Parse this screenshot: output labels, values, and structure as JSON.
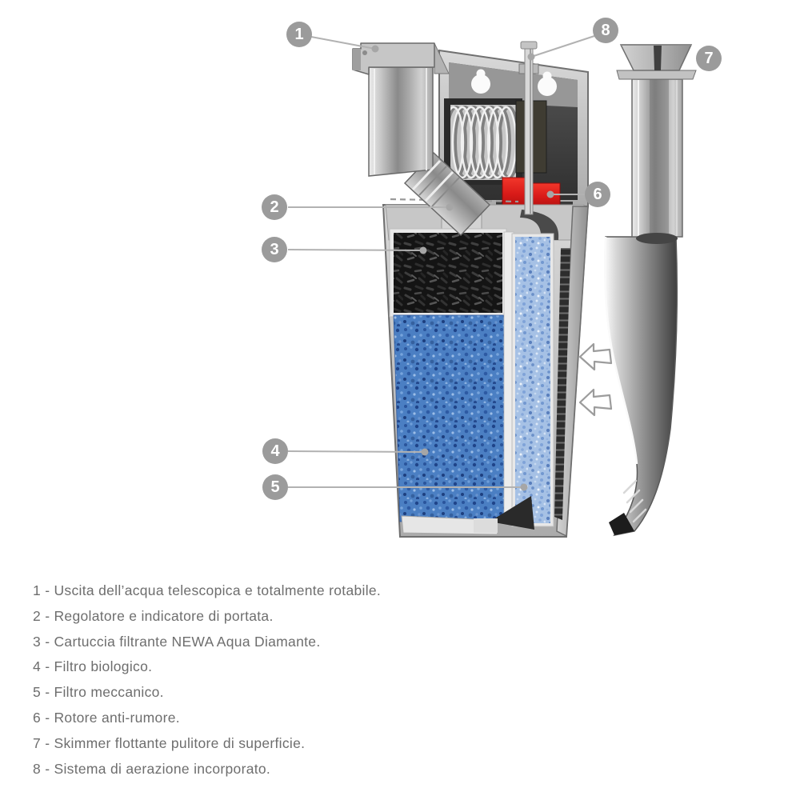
{
  "diagram": {
    "callouts": [
      {
        "number": "1"
      },
      {
        "number": "2"
      },
      {
        "number": "3"
      },
      {
        "number": "4"
      },
      {
        "number": "5"
      },
      {
        "number": "6"
      },
      {
        "number": "7"
      },
      {
        "number": "8"
      }
    ],
    "flow_arrows": {
      "icon": "arrow-left-outline-icon",
      "count": 2,
      "direction": "left"
    },
    "colors": {
      "callout_circle": "#9b9b9b",
      "callout_number": "#ffffff",
      "leader_line": "#b2b2b2",
      "rotor_red": "#d81a18",
      "biological_foam_blue": "#4b7fc3",
      "mechanical_foam_blue": "#a6c1e5",
      "carbon_black": "#141414",
      "body_gray": "#b9b9b9",
      "legend_text": "#6e6e6e"
    }
  },
  "legend": {
    "items": [
      "1 - Uscita dell’acqua telescopica e totalmente rotabile.",
      "2 - Regolatore e indicatore di portata.",
      "3 - Cartuccia filtrante NEWA Aqua Diamante.",
      "4 - Filtro biologico.",
      "5 - Filtro meccanico.",
      "6 - Rotore anti-rumore.",
      "7 - Skimmer flottante pulitore di superficie.",
      "8 - Sistema di aerazione incorporato."
    ]
  }
}
